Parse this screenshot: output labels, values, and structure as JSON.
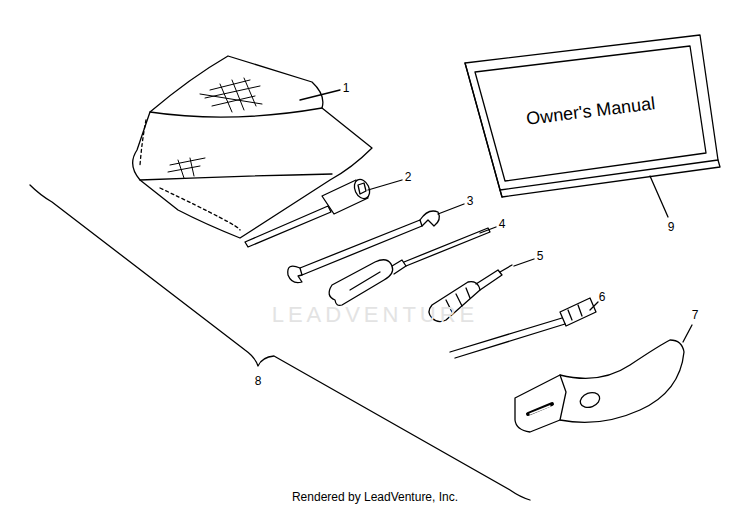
{
  "diagram": {
    "nodes": [
      {
        "text": [
          "Owner's Manual"
        ]
      }
    ],
    "labels": [
      "1",
      "2",
      "3",
      "4",
      "5",
      "6",
      "7",
      "8",
      "9",
      "LEADVENTURE",
      "Rendered by LeadVenture, Inc."
    ]
  }
}
